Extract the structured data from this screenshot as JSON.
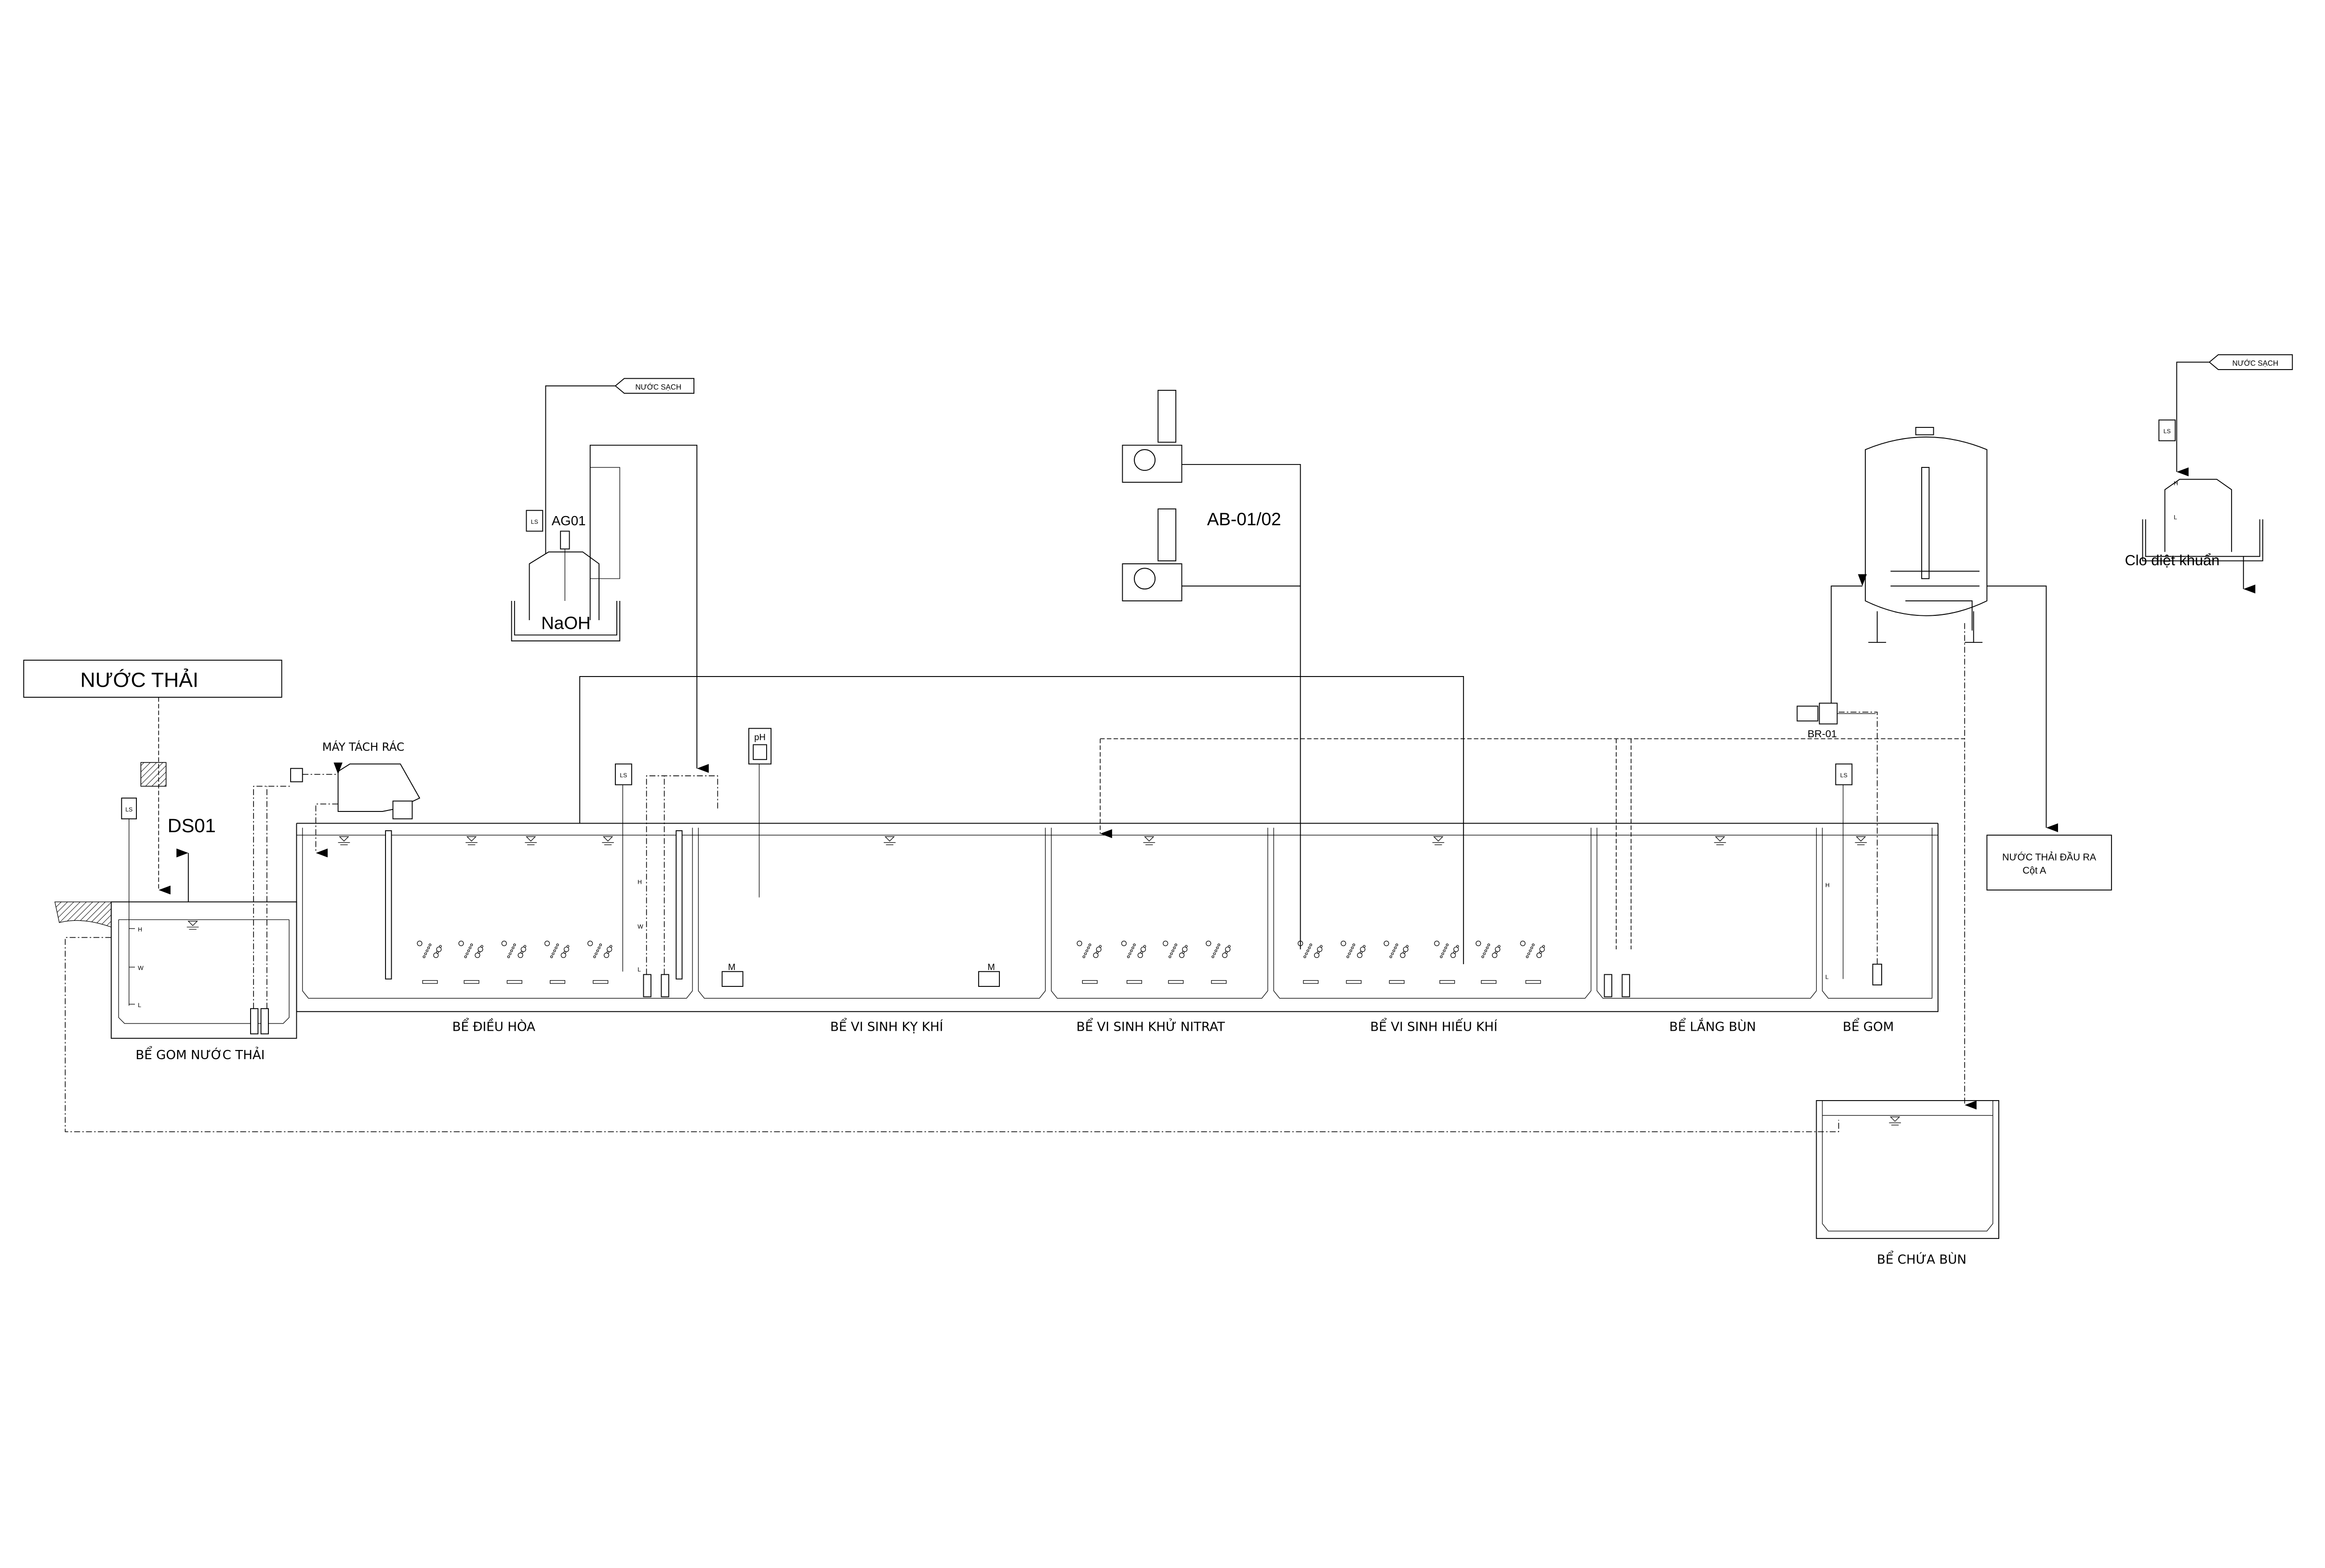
{
  "inlet": {
    "title": "NƯỚC THẢI"
  },
  "equipment": {
    "screen_machine": "MÁY TÁCH RÁC",
    "dosing_pump": "DS01",
    "agitator": "AG01",
    "chemical": "NaOH",
    "blowers": "AB-01/02",
    "filter_pump": "BR-01",
    "disinfection": "Clo diệt khuẩn",
    "ph_meter": "pH",
    "level_switch": "LS",
    "motor": "M"
  },
  "clean_water_tag": "NƯỚC SẠCH",
  "level_marks": {
    "high": "H",
    "working": "W",
    "low": "L"
  },
  "tanks": [
    "BỂ GOM NƯỚC THẢI",
    "BỂ ĐIỀU HÒA",
    "BỂ VI SINH KỴ KHÍ",
    "BỂ VI SINH KHỬ NITRAT",
    "BỂ VI SINH HIẾU KHÍ",
    "BỂ LẮNG BÙN",
    "BỂ GOM",
    "BỂ CHỨA BÙN"
  ],
  "outlet": {
    "line1": "NƯỚC THẢI ĐẦU RA",
    "line2": "Cột A"
  }
}
